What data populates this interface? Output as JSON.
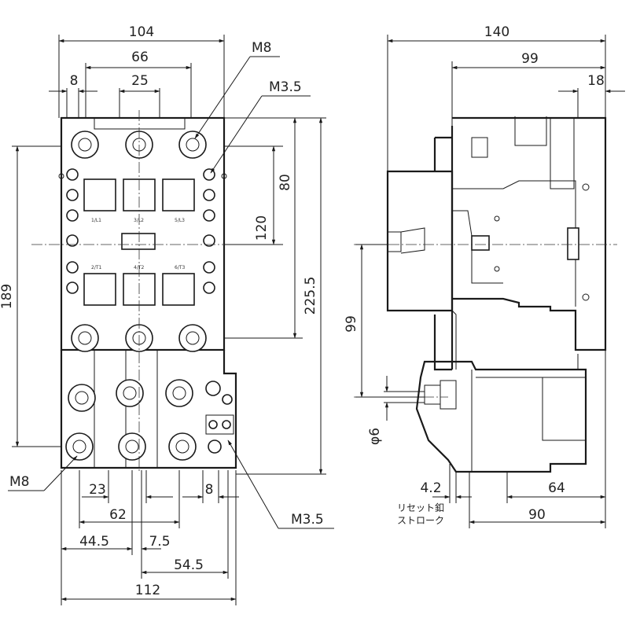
{
  "front_view": {
    "dim_top_width": "104",
    "dim_mount_width": "66",
    "dim_left_offset": "8",
    "dim_pole_pitch_top": "25",
    "label_main_screw_top": "M8",
    "label_aux_screw_top": "M3.5",
    "dim_mount_height_upper": "80",
    "dim_mount_height": "120",
    "dim_total_height": "225.5",
    "dim_left_height": "189",
    "label_main_screw_bottom": "M8",
    "label_aux_screw_bottom": "M3.5",
    "dim_pole_pitch_bottom": "23",
    "dim_aux_pitch": "8",
    "dim_bottom_62": "62",
    "dim_bottom_44_5": "44.5",
    "dim_bottom_7_5": "7.5",
    "dim_bottom_54_5": "54.5",
    "dim_total_width": "112",
    "coil_terminal_marks": [
      "1/L1",
      "3/L2",
      "5/L3",
      "2/T1",
      "4/T2",
      "6/T3"
    ]
  },
  "side_view": {
    "dim_depth": "140",
    "dim_depth_99": "99",
    "dim_18": "18",
    "dim_height_99": "99",
    "dim_phi6": "φ6",
    "dim_4_2": "4.2",
    "dim_64": "64",
    "dim_90": "90",
    "reset_note_line1": "リセット釦",
    "reset_note_line2": "ストローク"
  }
}
